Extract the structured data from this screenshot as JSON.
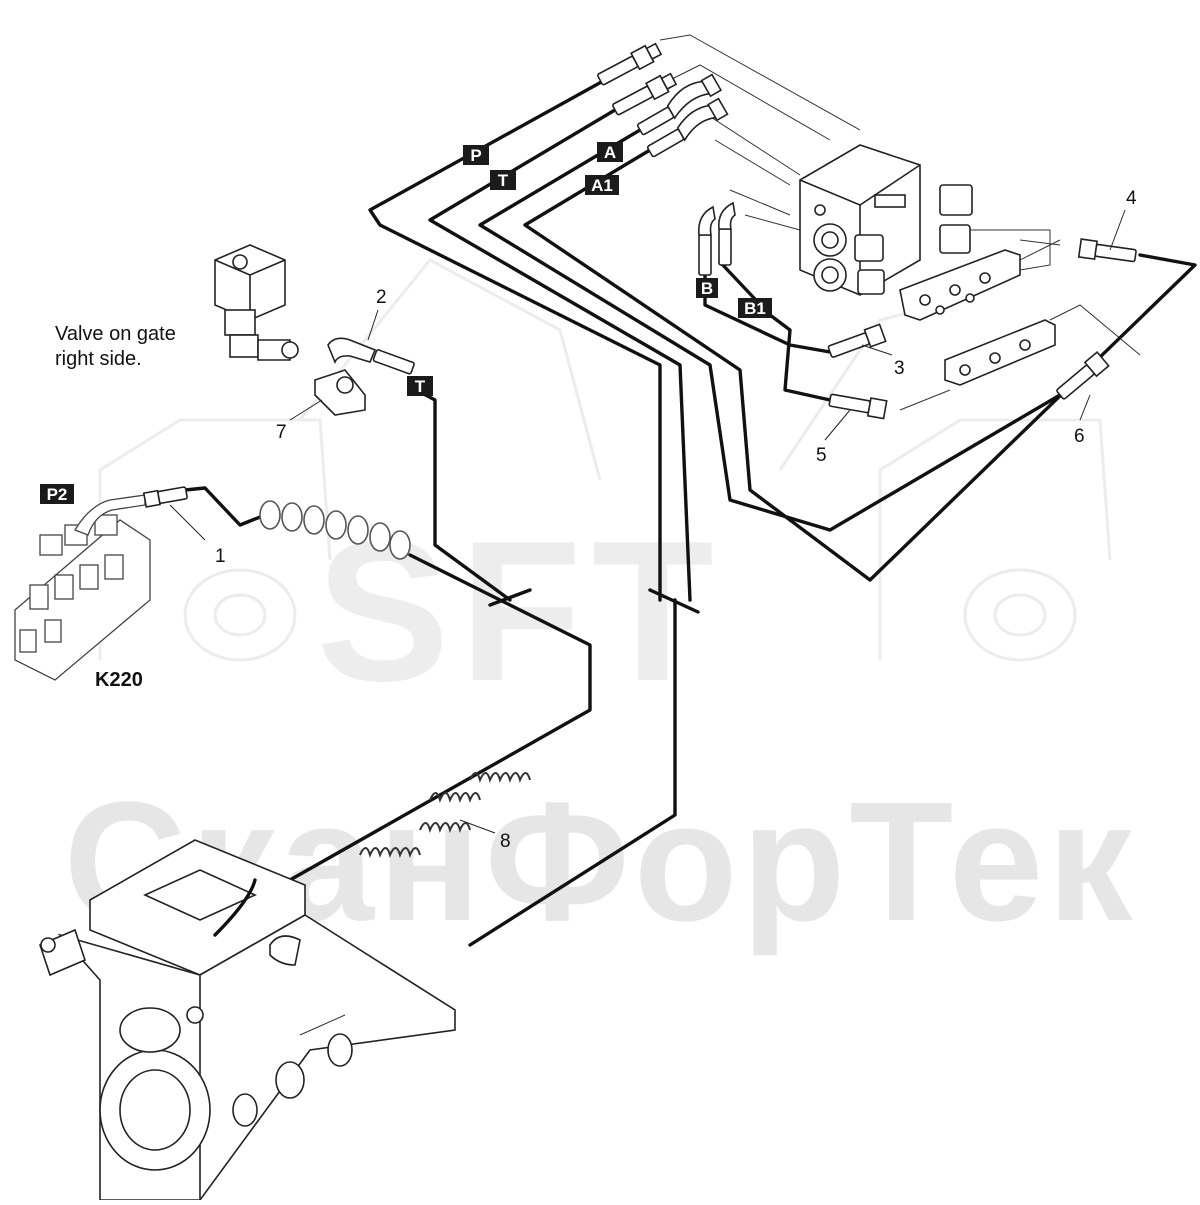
{
  "diagram": {
    "note_line1": "Valve on gate",
    "note_line2": "right side.",
    "component_label": "K220",
    "watermark_logo": "SFT",
    "watermark_text": "СканФорТек",
    "port_tags": {
      "P": "P",
      "T": "T",
      "A": "A",
      "A1": "A1",
      "B": "B",
      "B1": "B1",
      "T_gate": "T",
      "P2": "P2"
    },
    "callouts": {
      "n1": "1",
      "n2": "2",
      "n3": "3",
      "n4": "4",
      "n5": "5",
      "n6": "6",
      "n7": "7",
      "n8": "8"
    }
  }
}
